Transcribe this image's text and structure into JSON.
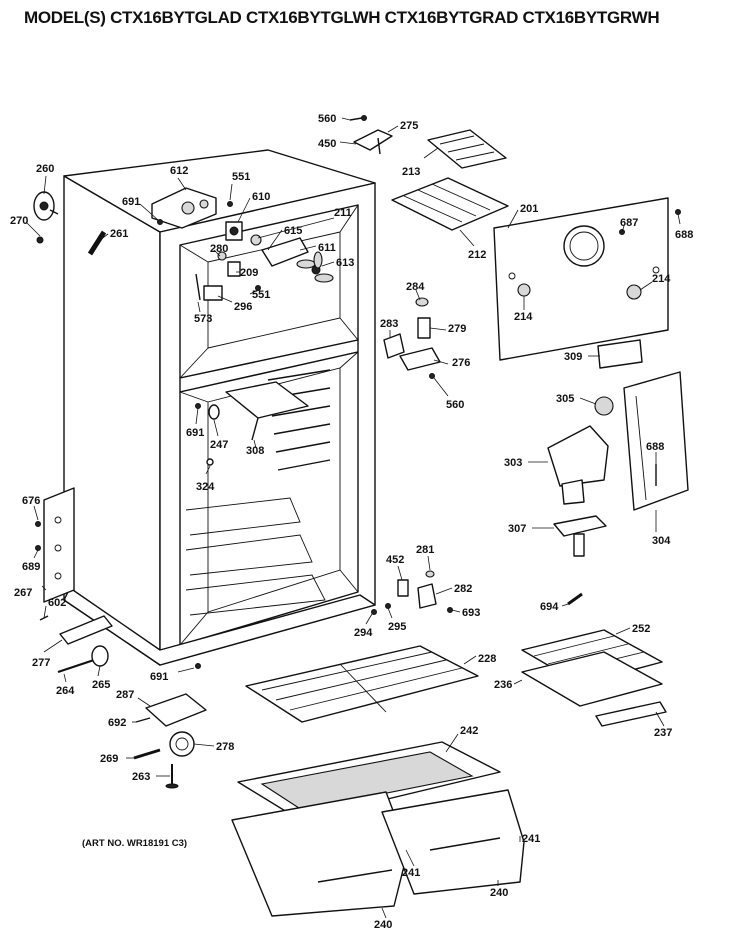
{
  "header": {
    "title": "MODEL(S) CTX16BYTGLAD  CTX16BYTGLWH  CTX16BYTGRAD  CTX16BYTGRWH"
  },
  "footer": {
    "art_no": "(ART NO. WR18191 C3)"
  },
  "parts": [
    {
      "id": "p560a",
      "label": "560"
    },
    {
      "id": "p275",
      "label": "275"
    },
    {
      "id": "p450",
      "label": "450"
    },
    {
      "id": "p213",
      "label": "213"
    },
    {
      "id": "p260",
      "label": "260"
    },
    {
      "id": "p612",
      "label": "612"
    },
    {
      "id": "p551a",
      "label": "551"
    },
    {
      "id": "p691a",
      "label": "691"
    },
    {
      "id": "p610",
      "label": "610"
    },
    {
      "id": "p211",
      "label": "211"
    },
    {
      "id": "p270",
      "label": "270"
    },
    {
      "id": "p261",
      "label": "261"
    },
    {
      "id": "p615",
      "label": "615"
    },
    {
      "id": "p611",
      "label": "611"
    },
    {
      "id": "p280",
      "label": "280"
    },
    {
      "id": "p209",
      "label": "209"
    },
    {
      "id": "p613",
      "label": "613"
    },
    {
      "id": "p551b",
      "label": "551"
    },
    {
      "id": "p296",
      "label": "296"
    },
    {
      "id": "p573",
      "label": "573"
    },
    {
      "id": "p212",
      "label": "212"
    },
    {
      "id": "p201",
      "label": "201"
    },
    {
      "id": "p687",
      "label": "687"
    },
    {
      "id": "p688a",
      "label": "688"
    },
    {
      "id": "p214a",
      "label": "214"
    },
    {
      "id": "p214b",
      "label": "214"
    },
    {
      "id": "p284",
      "label": "284"
    },
    {
      "id": "p283",
      "label": "283"
    },
    {
      "id": "p279",
      "label": "279"
    },
    {
      "id": "p276",
      "label": "276"
    },
    {
      "id": "p560b",
      "label": "560"
    },
    {
      "id": "p309",
      "label": "309"
    },
    {
      "id": "p305",
      "label": "305"
    },
    {
      "id": "p691b",
      "label": "691"
    },
    {
      "id": "p247",
      "label": "247"
    },
    {
      "id": "p308",
      "label": "308"
    },
    {
      "id": "p324",
      "label": "324"
    },
    {
      "id": "p303",
      "label": "303"
    },
    {
      "id": "p688b",
      "label": "688"
    },
    {
      "id": "p676",
      "label": "676"
    },
    {
      "id": "p689",
      "label": "689"
    },
    {
      "id": "p307",
      "label": "307"
    },
    {
      "id": "p304",
      "label": "304"
    },
    {
      "id": "p452",
      "label": "452"
    },
    {
      "id": "p281",
      "label": "281"
    },
    {
      "id": "p267",
      "label": "267"
    },
    {
      "id": "p282",
      "label": "282"
    },
    {
      "id": "p602",
      "label": "602"
    },
    {
      "id": "p693",
      "label": "693"
    },
    {
      "id": "p694",
      "label": "694"
    },
    {
      "id": "p294",
      "label": "294"
    },
    {
      "id": "p295",
      "label": "295"
    },
    {
      "id": "p277",
      "label": "277"
    },
    {
      "id": "p252",
      "label": "252"
    },
    {
      "id": "p228",
      "label": "228"
    },
    {
      "id": "p691c",
      "label": "691"
    },
    {
      "id": "p264",
      "label": "264"
    },
    {
      "id": "p265",
      "label": "265"
    },
    {
      "id": "p236",
      "label": "236"
    },
    {
      "id": "p287",
      "label": "287"
    },
    {
      "id": "p237",
      "label": "237"
    },
    {
      "id": "p692",
      "label": "692"
    },
    {
      "id": "p242",
      "label": "242"
    },
    {
      "id": "p269",
      "label": "269"
    },
    {
      "id": "p278",
      "label": "278"
    },
    {
      "id": "p263",
      "label": "263"
    },
    {
      "id": "p241a",
      "label": "241"
    },
    {
      "id": "p241b",
      "label": "241"
    },
    {
      "id": "p240a",
      "label": "240"
    },
    {
      "id": "p240b",
      "label": "240"
    }
  ]
}
